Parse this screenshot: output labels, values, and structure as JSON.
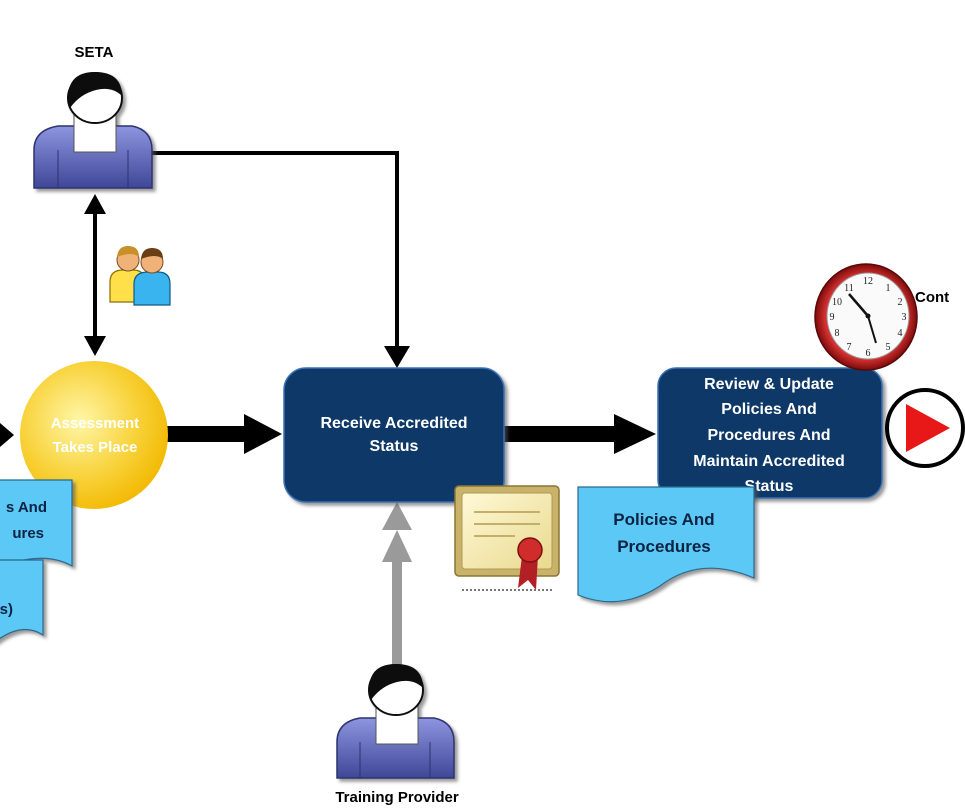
{
  "actors": {
    "seta": "SETA",
    "training_provider": "Training Provider"
  },
  "nodes": {
    "assessment": {
      "line1": "Assessment",
      "line2": "Takes Place"
    },
    "receive": {
      "line1": "Receive Accredited",
      "line2": "Status"
    },
    "review": {
      "line1": "Review & Update",
      "line2": "Policies And",
      "line3": "Procedures And",
      "line4": "Maintain Accredited",
      "line5": "Status"
    }
  },
  "documents": {
    "policies": {
      "line1": "Policies And",
      "line2": "Procedures"
    },
    "left_doc_1": {
      "line1": "s And",
      "line2": "ures"
    },
    "left_doc_2": {
      "line1": "s)"
    }
  },
  "clock": {
    "label": "Cont"
  },
  "colors": {
    "process_box": "#0c3767",
    "document": "#5bc8f5",
    "assessment_circle": "#f8d23a",
    "arrow": "#000000",
    "arrow_grey": "#9a9a9a",
    "play_button": "#e81818",
    "actor_body": "#5b63b8"
  },
  "icons": [
    "person-icon",
    "people-group-icon",
    "certificate-icon",
    "clock-icon",
    "play-icon"
  ]
}
